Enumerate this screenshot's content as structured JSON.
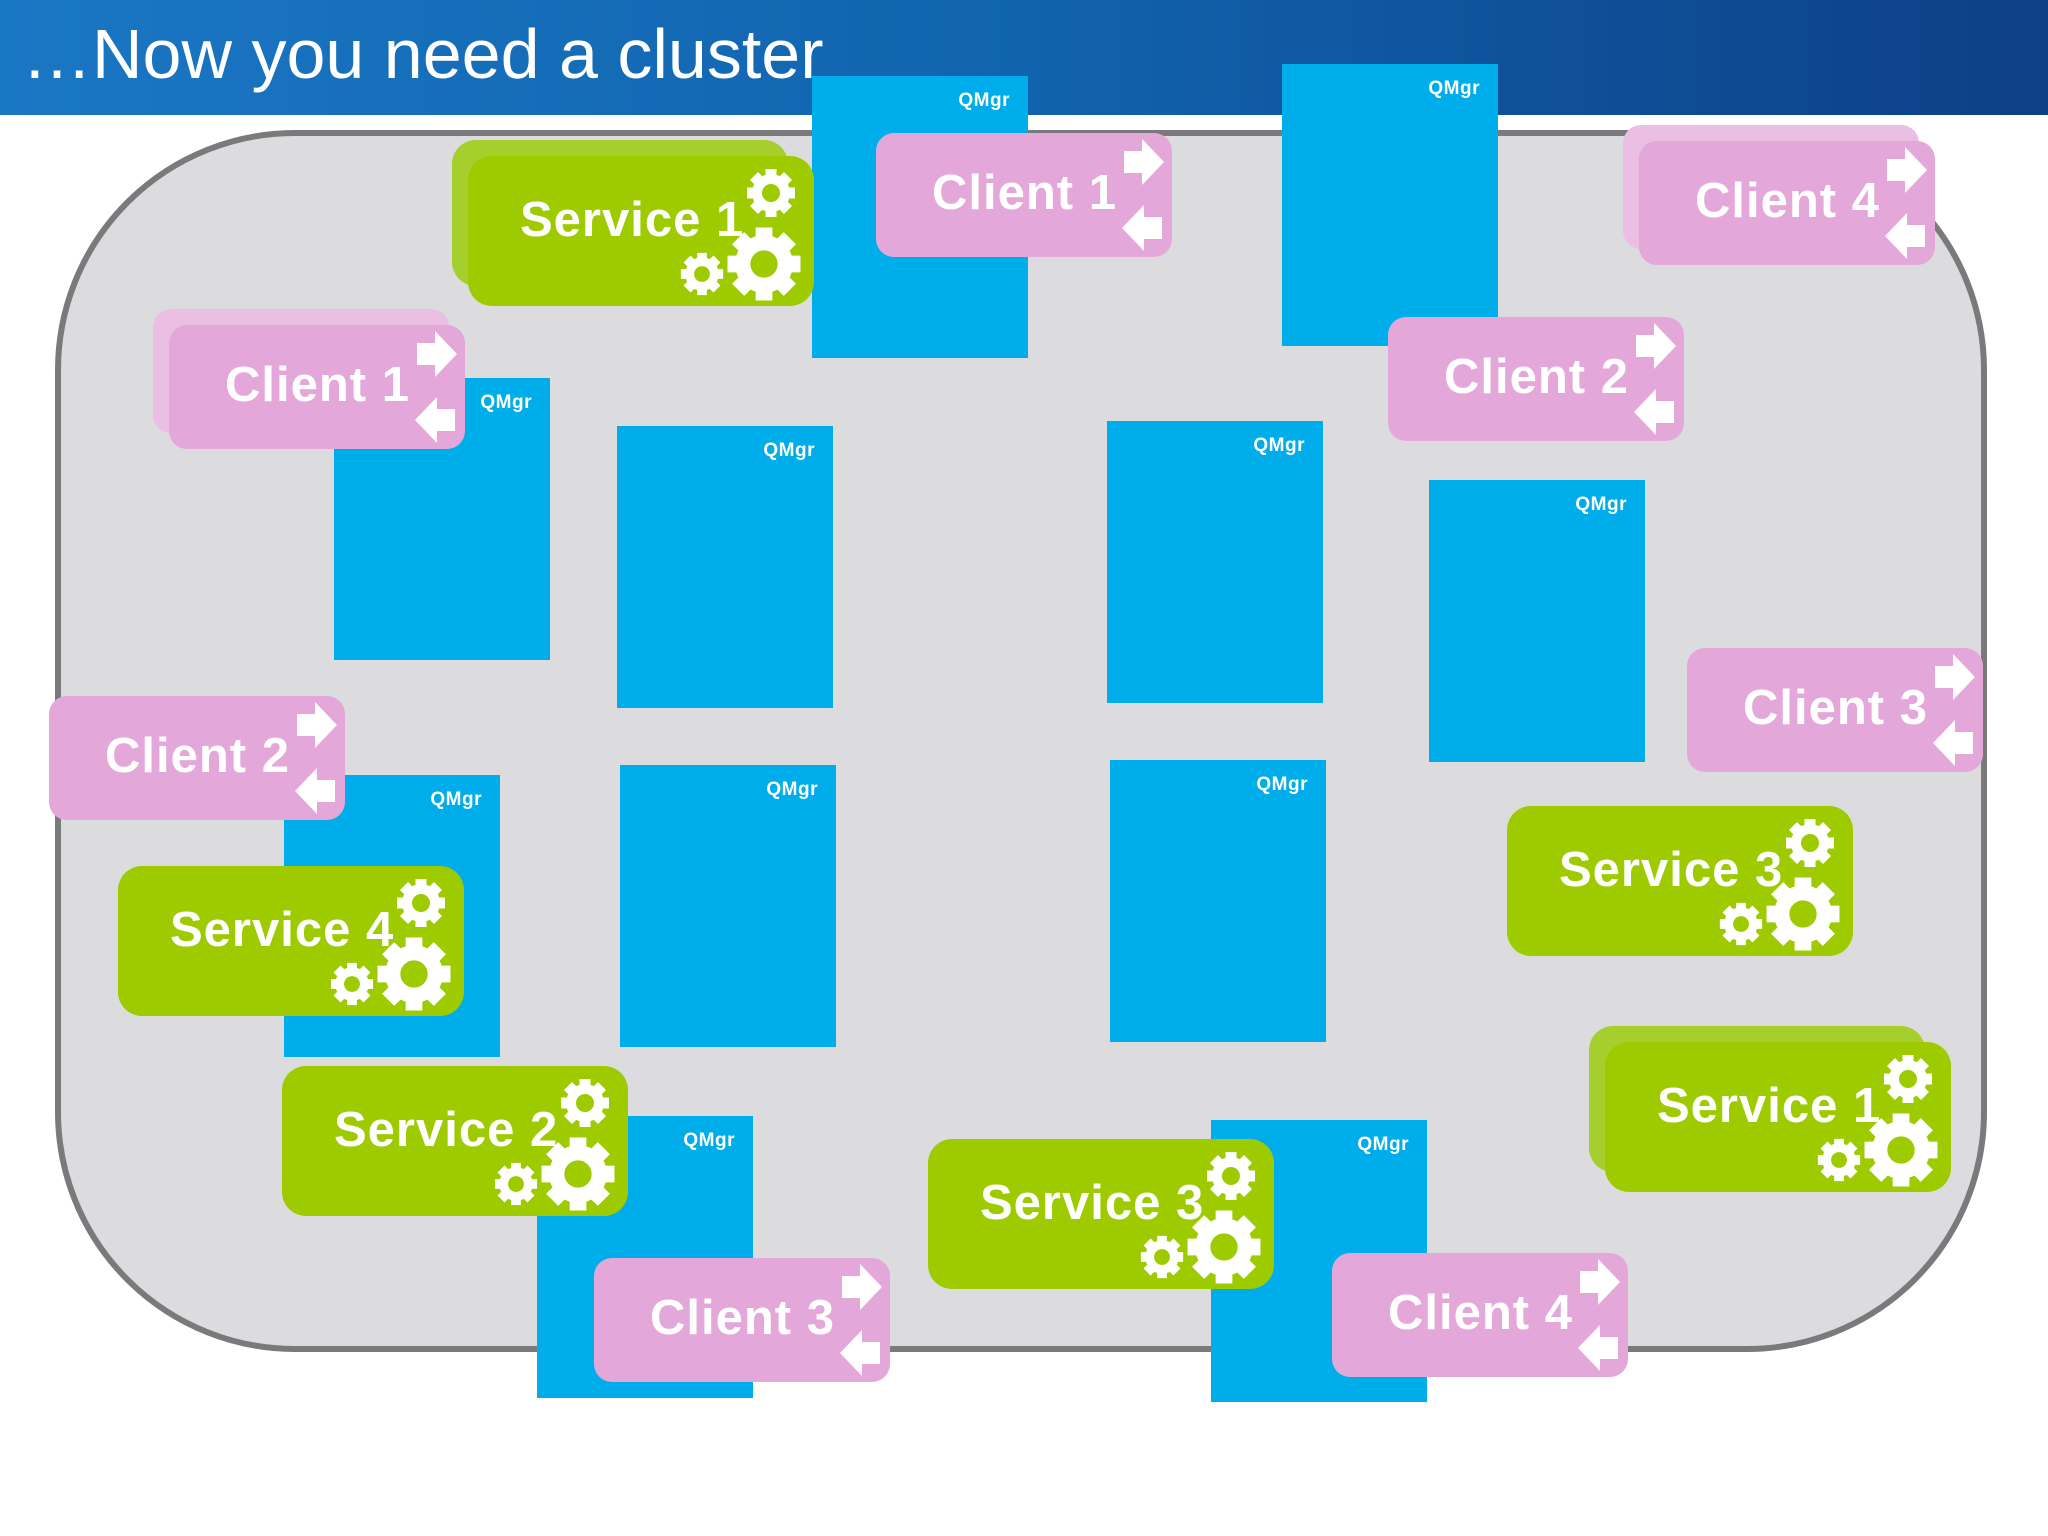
{
  "slide": {
    "title": "…Now you need a cluster"
  },
  "labels": {
    "qmgr": "QMgr"
  },
  "services": {
    "s1_top": "Service 1",
    "s4_left": "Service 4",
    "s2_bottom": "Service 2",
    "s3_bottom": "Service 3",
    "s3_right": "Service 3",
    "s1_right": "Service 1"
  },
  "clients": {
    "c1_top": "Client 1",
    "c4_top": "Client 4",
    "c1_left": "Client 1",
    "c2_top": "Client 2",
    "c2_left": "Client 2",
    "c3_right": "Client 3",
    "c3_bottom": "Client 3",
    "c4_bottom": "Client 4"
  },
  "icons": {
    "service": "gears-icon",
    "client": "arrows-icon"
  },
  "colors": {
    "header": "#1163ad",
    "cluster_fill": "#dcdcde",
    "cluster_border": "#7a7a7c",
    "qmgr": "#00adeb",
    "service": "#9dcb00",
    "client": "#e3a8d9"
  }
}
